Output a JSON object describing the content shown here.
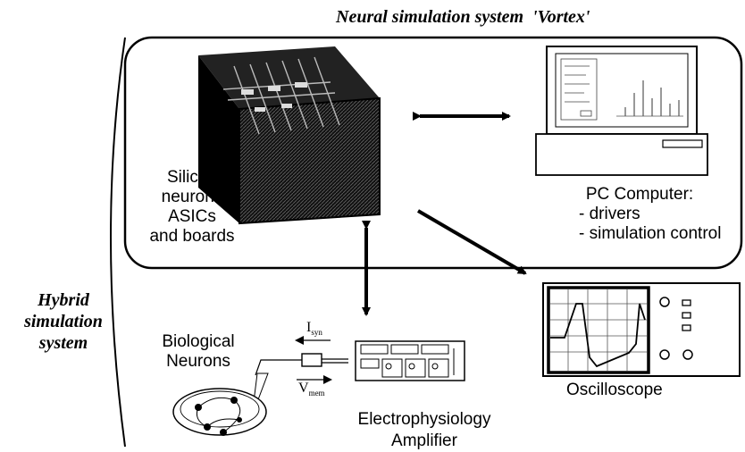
{
  "title": "Neural simulation system  'Vortex'",
  "hybrid_label": [
    "Hybrid",
    "simulation",
    "system"
  ],
  "silicon_label": [
    "Silicon",
    "neurons",
    "ASICs",
    "and boards"
  ],
  "pc_label": [
    "PC Computer:",
    "- drivers",
    "- simulation control"
  ],
  "bio_label": [
    "Biological",
    "Neurons"
  ],
  "isyn_label": {
    "main": "I",
    "sub": "syn"
  },
  "vmem_label": {
    "main": "V",
    "sub": "mem"
  },
  "amp_label": [
    "Electrophysiology",
    "Amplifier"
  ],
  "osc_label": "Oscilloscope"
}
